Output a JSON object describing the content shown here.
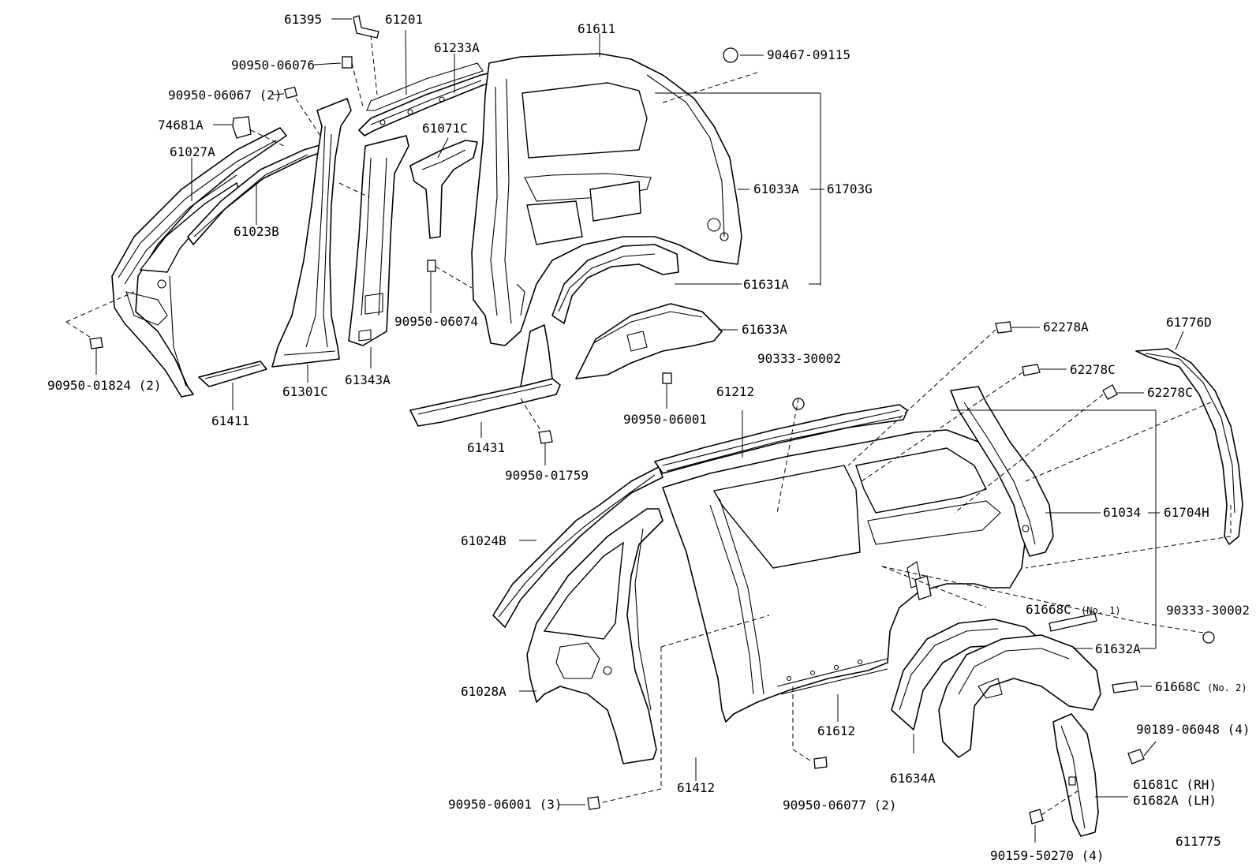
{
  "diagram": {
    "reference": "611775",
    "callouts": {
      "p61395": "61395",
      "p61201": "61201",
      "p61611": "61611",
      "p90950_06076": "90950-06076",
      "p61233A": "61233A",
      "p90467_09115": "90467-09115",
      "p90950_06067": "90950-06067 (2)",
      "p74681A": "74681A",
      "p61071C": "61071C",
      "p61027A": "61027A",
      "p61033A": "61033A",
      "p61703G": "61703G",
      "p61023B": "61023B",
      "p61631A": "61631A",
      "p90950_06074": "90950-06074",
      "p61633A": "61633A",
      "p90950_01824": "90950-01824 (2)",
      "p61343A": "61343A",
      "p61301C": "61301C",
      "p61411": "61411",
      "p62278A": "62278A",
      "p61776D": "61776D",
      "p90333_30002_top": "90333-30002",
      "p62278C_a": "62278C",
      "p61212": "61212",
      "p62278C_b": "62278C",
      "p90950_06001": "90950-06001",
      "p61431": "61431",
      "p90950_01759": "90950-01759",
      "p61024B": "61024B",
      "p61034": "61034",
      "p61704H": "61704H",
      "p61668C_1": "61668C",
      "p61668C_1_note": "(No. 1)",
      "p90333_30002_right": "90333-30002",
      "p61632A": "61632A",
      "p61028A": "61028A",
      "p61668C_2": "61668C",
      "p61668C_2_note": "(No. 2)",
      "p61612": "61612",
      "p90189_06048": "90189-06048 (4)",
      "p61634A": "61634A",
      "p61681C": "61681C (RH)",
      "p61682A": "61682A (LH)",
      "p61412": "61412",
      "p90950_06001_3": "90950-06001 (3)",
      "p90950_06077": "90950-06077 (2)",
      "p90159_50270": "90159-50270 (4)"
    }
  }
}
